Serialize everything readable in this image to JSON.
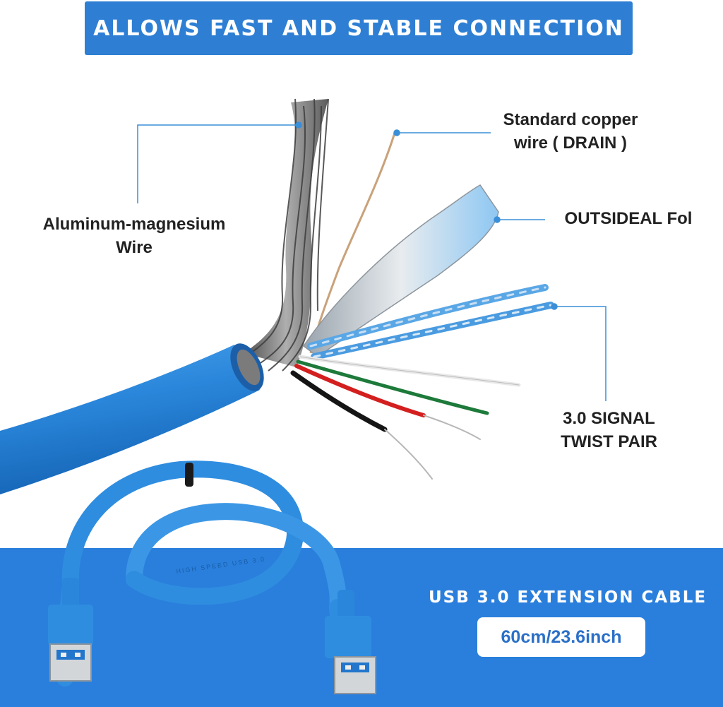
{
  "banner": {
    "text": "ALLOWS FAST AND STABLE CONNECTION"
  },
  "callouts": {
    "aluminum": {
      "line1": "Aluminum-magnesium",
      "line2": "Wire"
    },
    "copper": {
      "line1": "Standard copper",
      "line2": "wire ( DRAIN )"
    },
    "foil": {
      "line1": "OUTSIDEAL Fol"
    },
    "signal": {
      "line1": "3.0 SIGNAL",
      "line2": "TWIST PAIR"
    }
  },
  "cable_print": {
    "text": "HIGH  SPEED  USB 3.0"
  },
  "product": {
    "title": "USB 3.0 EXTENSION CABLE",
    "length": "60cm/23.6inch"
  },
  "colors": {
    "brand_blue": "#2e7fd4",
    "cable_blue": "#2f8de0",
    "callout_line": "#3a8fd8",
    "bottom_band": "#2a7fdc"
  }
}
